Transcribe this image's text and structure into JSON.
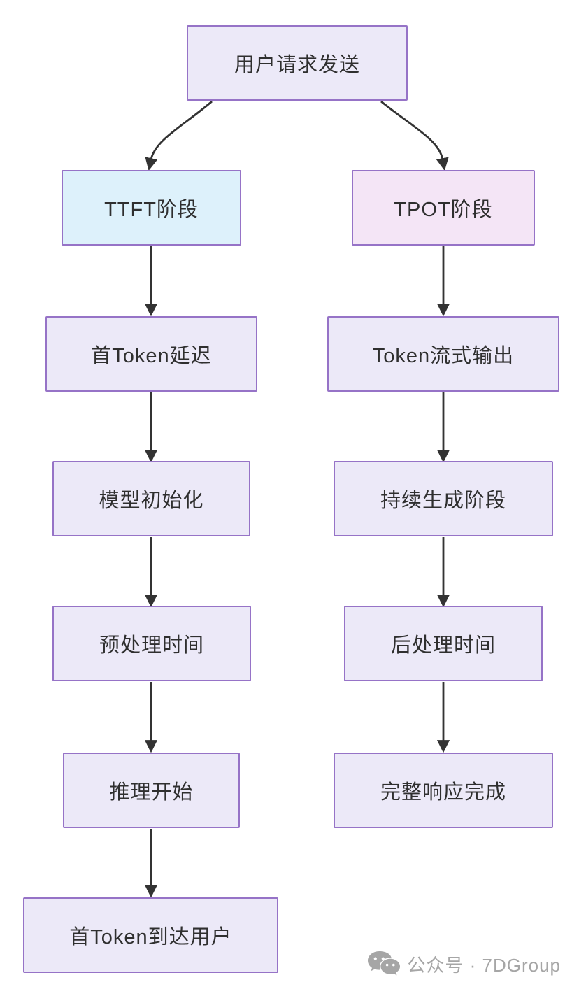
{
  "diagram": {
    "type": "flowchart",
    "nodes": {
      "start": {
        "label": "用户请求发送"
      },
      "ttft": {
        "label": "TTFT阶段"
      },
      "tpot": {
        "label": "TPOT阶段"
      },
      "first_token_delay": {
        "label": "首Token延迟"
      },
      "token_stream": {
        "label": "Token流式输出"
      },
      "model_init": {
        "label": "模型初始化"
      },
      "continuous_gen": {
        "label": "持续生成阶段"
      },
      "preprocess": {
        "label": "预处理时间"
      },
      "postprocess": {
        "label": "后处理时间"
      },
      "inference_start": {
        "label": "推理开始"
      },
      "complete_response": {
        "label": "完整响应完成"
      },
      "first_token_arrive": {
        "label": "首Token到达用户"
      }
    },
    "edges": [
      {
        "from": "start",
        "to": "ttft"
      },
      {
        "from": "start",
        "to": "tpot"
      },
      {
        "from": "ttft",
        "to": "first_token_delay"
      },
      {
        "from": "first_token_delay",
        "to": "model_init"
      },
      {
        "from": "model_init",
        "to": "preprocess"
      },
      {
        "from": "preprocess",
        "to": "inference_start"
      },
      {
        "from": "inference_start",
        "to": "first_token_arrive"
      },
      {
        "from": "tpot",
        "to": "token_stream"
      },
      {
        "from": "token_stream",
        "to": "continuous_gen"
      },
      {
        "from": "continuous_gen",
        "to": "postprocess"
      },
      {
        "from": "postprocess",
        "to": "complete_response"
      }
    ]
  },
  "watermark": {
    "icon": "wechat-icon",
    "label": "公众号 · 7DGroup"
  },
  "colors": {
    "canvas_bg": "#ffffff",
    "node_border": "#9673c7",
    "node_fill": "#ece9f8",
    "ttft_fill": "#ddf1fb",
    "tpot_fill": "#f4e5f6",
    "edge": "#333333",
    "text": "#2f2f2f",
    "watermark": "#a6a6a6"
  }
}
